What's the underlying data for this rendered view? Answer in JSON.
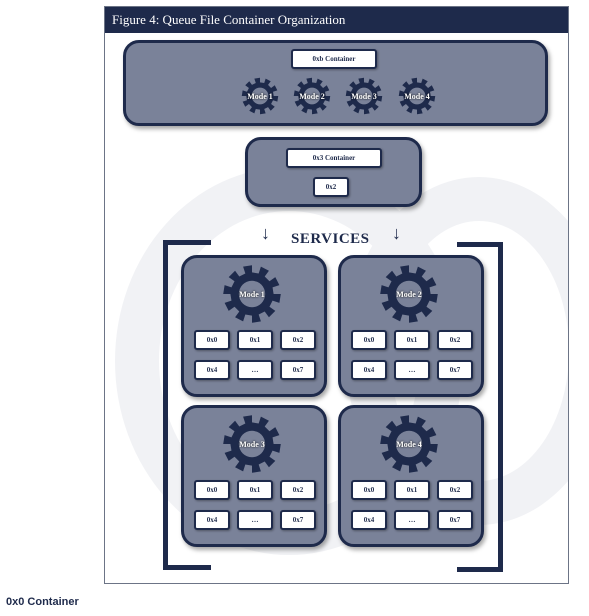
{
  "figure": {
    "title": "Figure 4: Queue File Container Organization"
  },
  "top_container": {
    "label": "0xb Container",
    "modes": [
      "Mode 1",
      "Mode 2",
      "Mode 3",
      "Mode 4"
    ]
  },
  "middle_container": {
    "label": "0x3 Container",
    "inner_label": "0x2"
  },
  "services_label": "SERVICES",
  "arrows": [
    "↓",
    "↓"
  ],
  "service_modes": [
    {
      "mode": "Mode 1",
      "queues": [
        "0x0",
        "0x1",
        "0x2",
        "0x4",
        "…",
        "0x7"
      ]
    },
    {
      "mode": "Mode 2",
      "queues": [
        "0x0",
        "0x1",
        "0x2",
        "0x4",
        "…",
        "0x7"
      ]
    },
    {
      "mode": "Mode 3",
      "queues": [
        "0x0",
        "0x1",
        "0x2",
        "0x4",
        "…",
        "0x7"
      ]
    },
    {
      "mode": "Mode 4",
      "queues": [
        "0x0",
        "0x1",
        "0x2",
        "0x4",
        "…",
        "0x7"
      ]
    }
  ],
  "caption": "0x0 Container",
  "colors": {
    "navy": "#1e2a4b",
    "panel": "#7a8299",
    "gear": "#1e2a4b"
  }
}
